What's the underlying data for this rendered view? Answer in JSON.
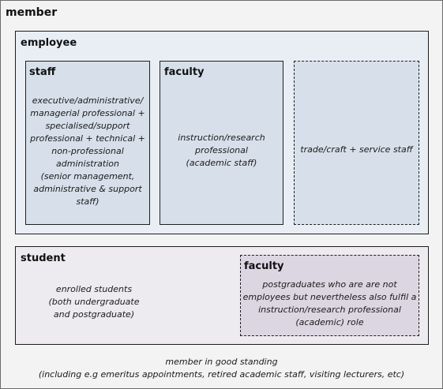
{
  "member": {
    "title": "member",
    "footer_line1": "member in good standing",
    "footer_line2": "(including e.g emeritus appointments, retired academic staff, visiting lecturers, etc)"
  },
  "employee": {
    "title": "employee",
    "staff": {
      "title": "staff",
      "lines": [
        "executive/administrative/",
        "managerial professional +",
        "specialised/support",
        "professional + technical +",
        "non-professional",
        "administration",
        "(senior management,",
        "administrative & support",
        "staff)"
      ]
    },
    "faculty": {
      "title": "faculty",
      "lines": [
        "instruction/research",
        "professional",
        "(academic staff)"
      ]
    },
    "trade": {
      "line": "trade/craft + service staff"
    }
  },
  "student": {
    "title": "student",
    "lines": [
      "enrolled students",
      "(both undergraduate",
      "and postgraduate)"
    ],
    "faculty": {
      "title": "faculty",
      "lines": [
        "postgraduates who are are not",
        "employees but nevertheless also fulfil a",
        "instruction/research professional",
        "(academic) role"
      ]
    }
  },
  "colors": {
    "outer_bg": "#f3f3f3",
    "employee_bg": "#e9eef5",
    "inner_box_bg": "#d7e0ea",
    "student_bg": "#eeebf0",
    "student_faculty_bg": "#dcd6e3",
    "border": "#1f1f1f"
  }
}
